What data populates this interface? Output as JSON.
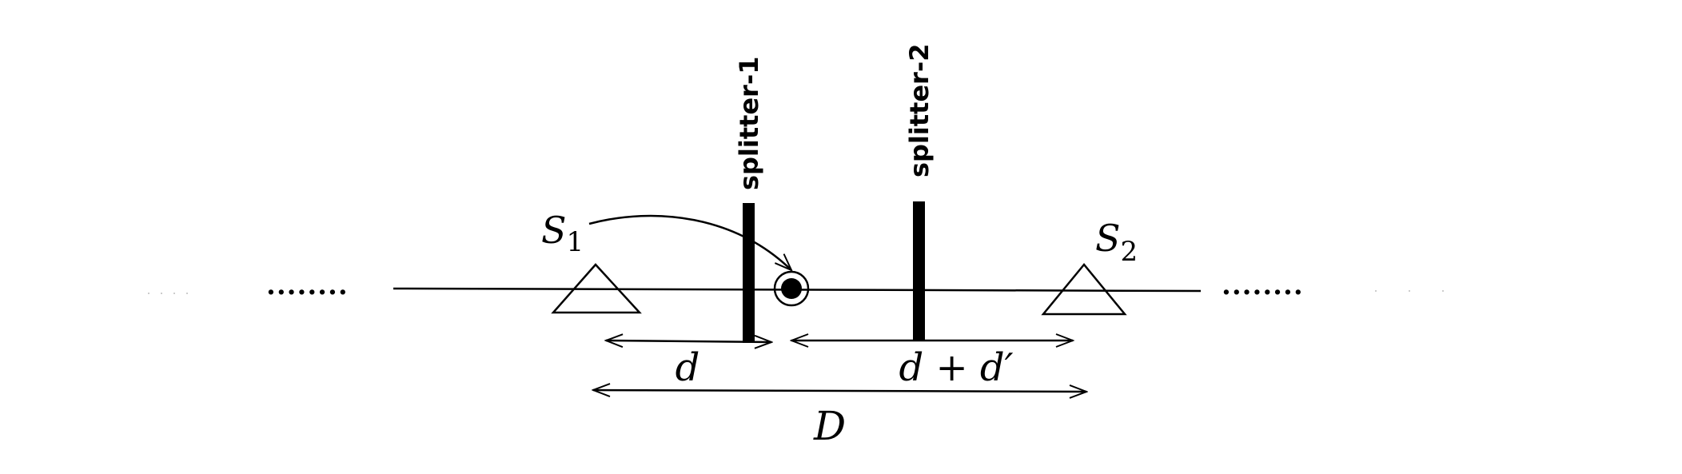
{
  "labels": {
    "splitter1": "splitter-1",
    "splitter2": "splitter-2",
    "source1_base": "S",
    "source1_sub": "1",
    "source2_base": "S",
    "source2_sub": "2",
    "dist_d": "d",
    "dist_d_plus_dprime": "d + d′",
    "dist_D": "D",
    "dots_left": "........",
    "dots_right": "........"
  },
  "colors": {
    "stroke": "#000000",
    "background": "#ffffff",
    "faint_dots": "#cccccc"
  }
}
